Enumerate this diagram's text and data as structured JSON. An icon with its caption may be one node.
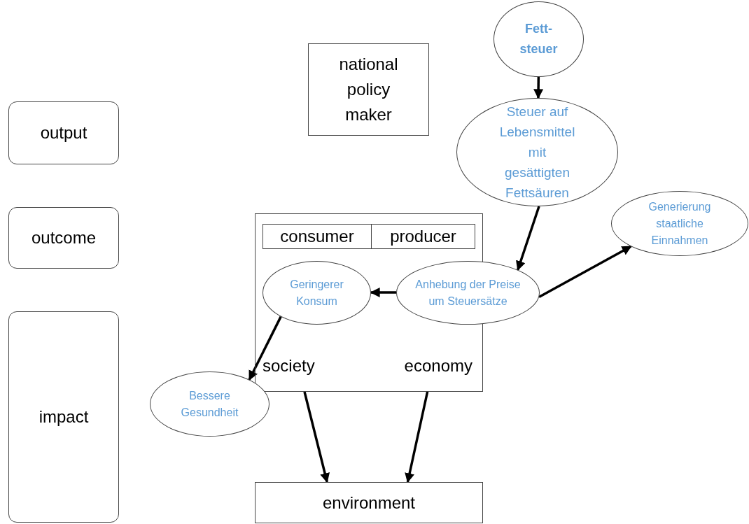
{
  "diagram": {
    "nodes": [
      {
        "text": [
          "output"
        ]
      },
      {
        "text": [
          "outcome"
        ]
      },
      {
        "text": [
          "impact"
        ]
      },
      {
        "text": [
          "national policy maker"
        ]
      },
      {
        "text": [
          "society",
          "economy"
        ]
      },
      {
        "text": [
          "consumer"
        ],
        "in": 4
      },
      {
        "text": [
          "producer"
        ],
        "in": 4
      },
      {
        "text": [
          "Fett- steuer"
        ]
      },
      {
        "text": [
          "Steuer auf Lebensmittel mit gesättigten Fettsäuren"
        ]
      },
      {
        "text": [
          "Generierung staatliche Einnahmen"
        ]
      },
      {
        "text": [
          "Anhebung der Preise um Steuersätze"
        ]
      },
      {
        "text": [
          "Geringerer Konsum"
        ],
        "in": 4
      },
      {
        "text": [
          "Bessere Gesundheit"
        ]
      },
      {
        "text": [
          "environment"
        ]
      }
    ],
    "edges": [
      {
        "from": 7,
        "to": 8,
        "arrow": "to"
      },
      {
        "from": 8,
        "to": 10,
        "arrow": "to"
      },
      {
        "from": 10,
        "to": 9,
        "arrow": "to"
      },
      {
        "from": 10,
        "to": 11,
        "arrow": "to"
      },
      {
        "from": 11,
        "to": 12,
        "arrow": "to"
      },
      {
        "from": 4,
        "to": 13,
        "arrow": "to"
      },
      {
        "from": 4,
        "to": 13,
        "arrow": "to"
      }
    ]
  }
}
